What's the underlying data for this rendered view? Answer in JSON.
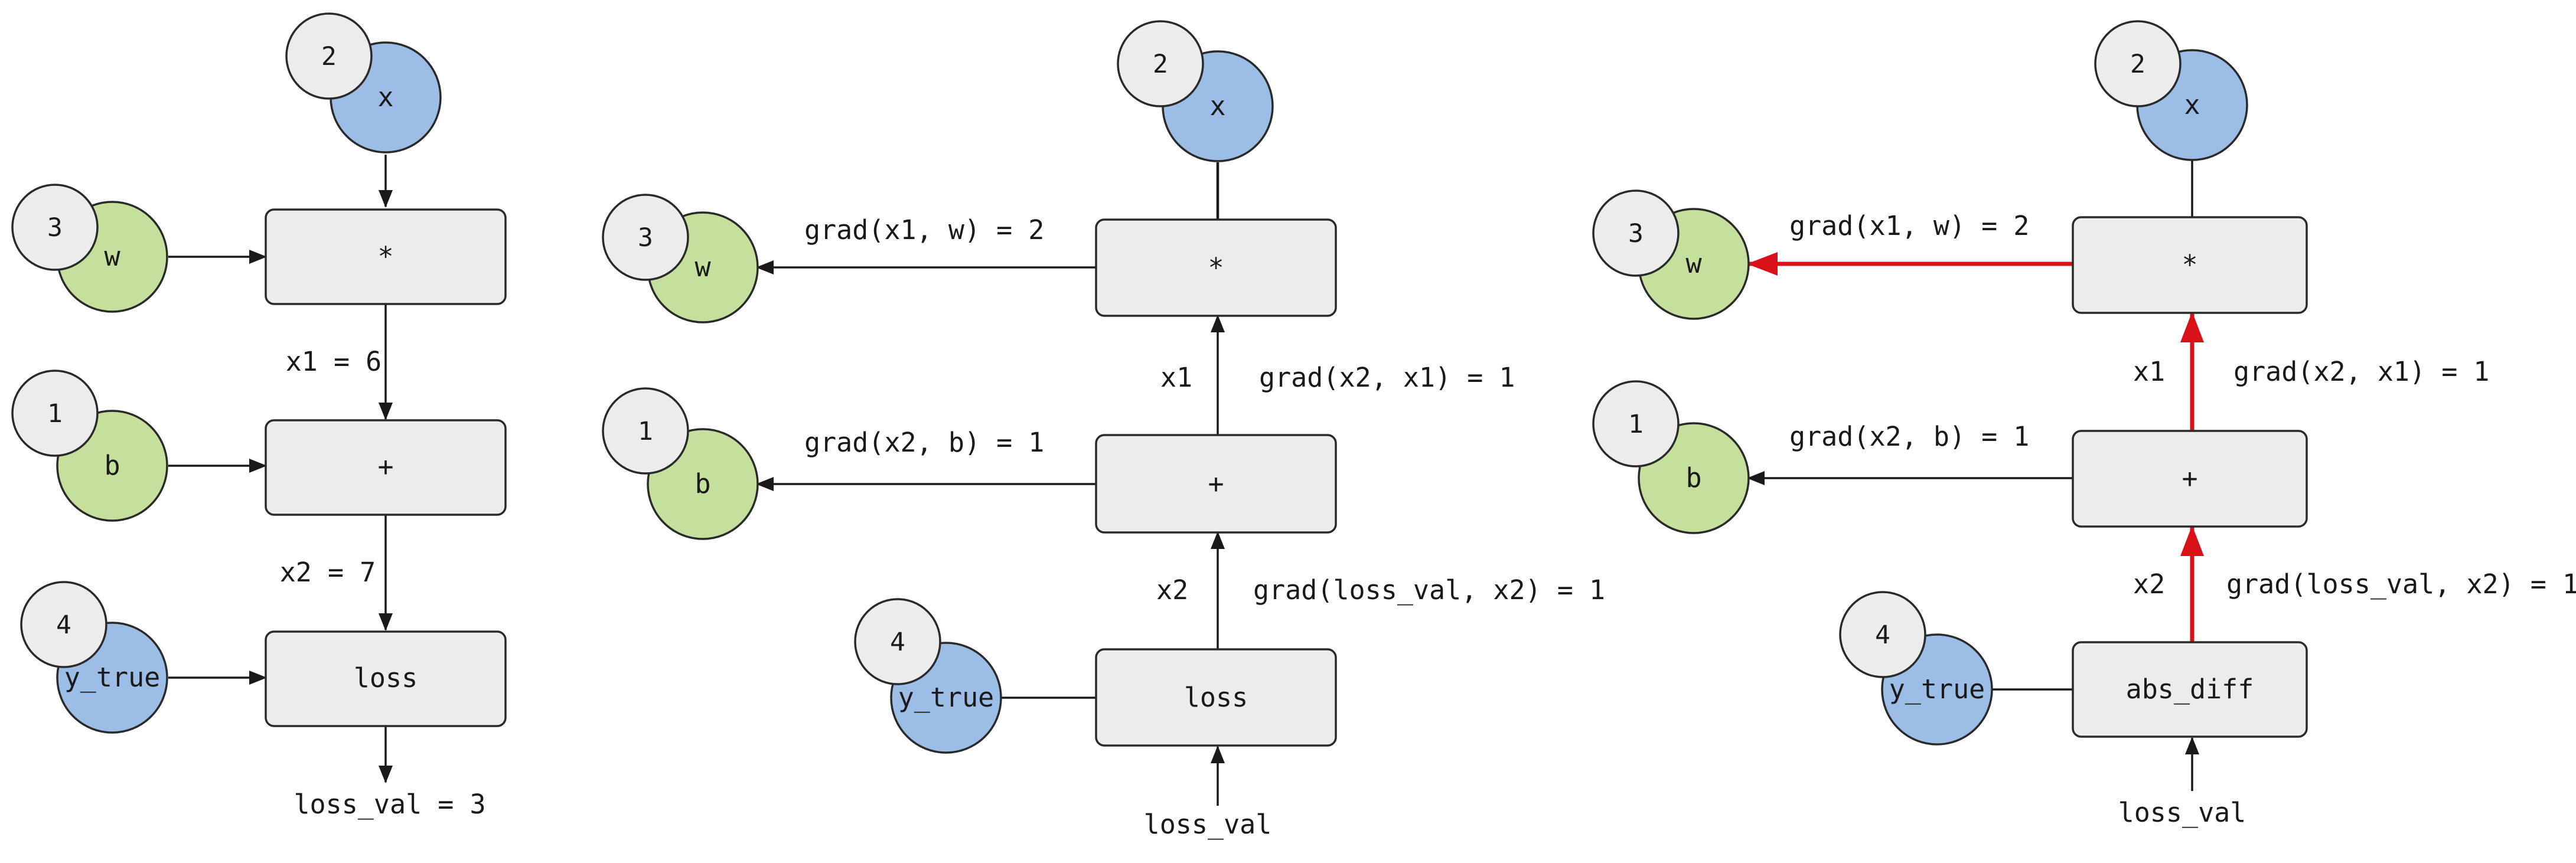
{
  "colors": {
    "input_blue": "#9bbde6",
    "weight_green": "#c5df9c",
    "box_fill": "#ececec",
    "edge": "#1a1a1a",
    "highlight": "#d9121a"
  },
  "panels": [
    {
      "id": "forward",
      "nodes": {
        "x": {
          "name": "x",
          "number": "2"
        },
        "w": {
          "name": "w",
          "number": "3"
        },
        "b": {
          "name": "b",
          "number": "1"
        },
        "y_true": {
          "name": "y_true",
          "number": "4"
        }
      },
      "ops": {
        "mul": "*",
        "add": "+",
        "loss": "loss"
      },
      "edge_labels": {
        "x1": "x1 = 6",
        "x2": "x2 = 7",
        "loss_val": "loss_val = 3"
      }
    },
    {
      "id": "backward",
      "nodes": {
        "x": {
          "name": "x",
          "number": "2"
        },
        "w": {
          "name": "w",
          "number": "3"
        },
        "b": {
          "name": "b",
          "number": "1"
        },
        "y_true": {
          "name": "y_true",
          "number": "4"
        }
      },
      "ops": {
        "mul": "*",
        "add": "+",
        "loss": "loss"
      },
      "edge_labels": {
        "grad_w": "grad(x1, w) = 2",
        "grad_b": "grad(x2, b) = 1",
        "x1": "x1",
        "grad_x1": "grad(x2, x1) = 1",
        "x2": "x2",
        "grad_x2": "grad(loss_val, x2) = 1",
        "loss_val": "loss_val"
      }
    },
    {
      "id": "backward-highlighted",
      "nodes": {
        "x": {
          "name": "x",
          "number": "2"
        },
        "w": {
          "name": "w",
          "number": "3"
        },
        "b": {
          "name": "b",
          "number": "1"
        },
        "y_true": {
          "name": "y_true",
          "number": "4"
        }
      },
      "ops": {
        "mul": "*",
        "add": "+",
        "loss": "abs_diff"
      },
      "edge_labels": {
        "grad_w": "grad(x1, w) = 2",
        "grad_b": "grad(x2, b) = 1",
        "x1": "x1",
        "grad_x1": "grad(x2, x1) = 1",
        "x2": "x2",
        "grad_x2": "grad(loss_val, x2) = 1",
        "loss_val": "loss_val"
      }
    }
  ]
}
